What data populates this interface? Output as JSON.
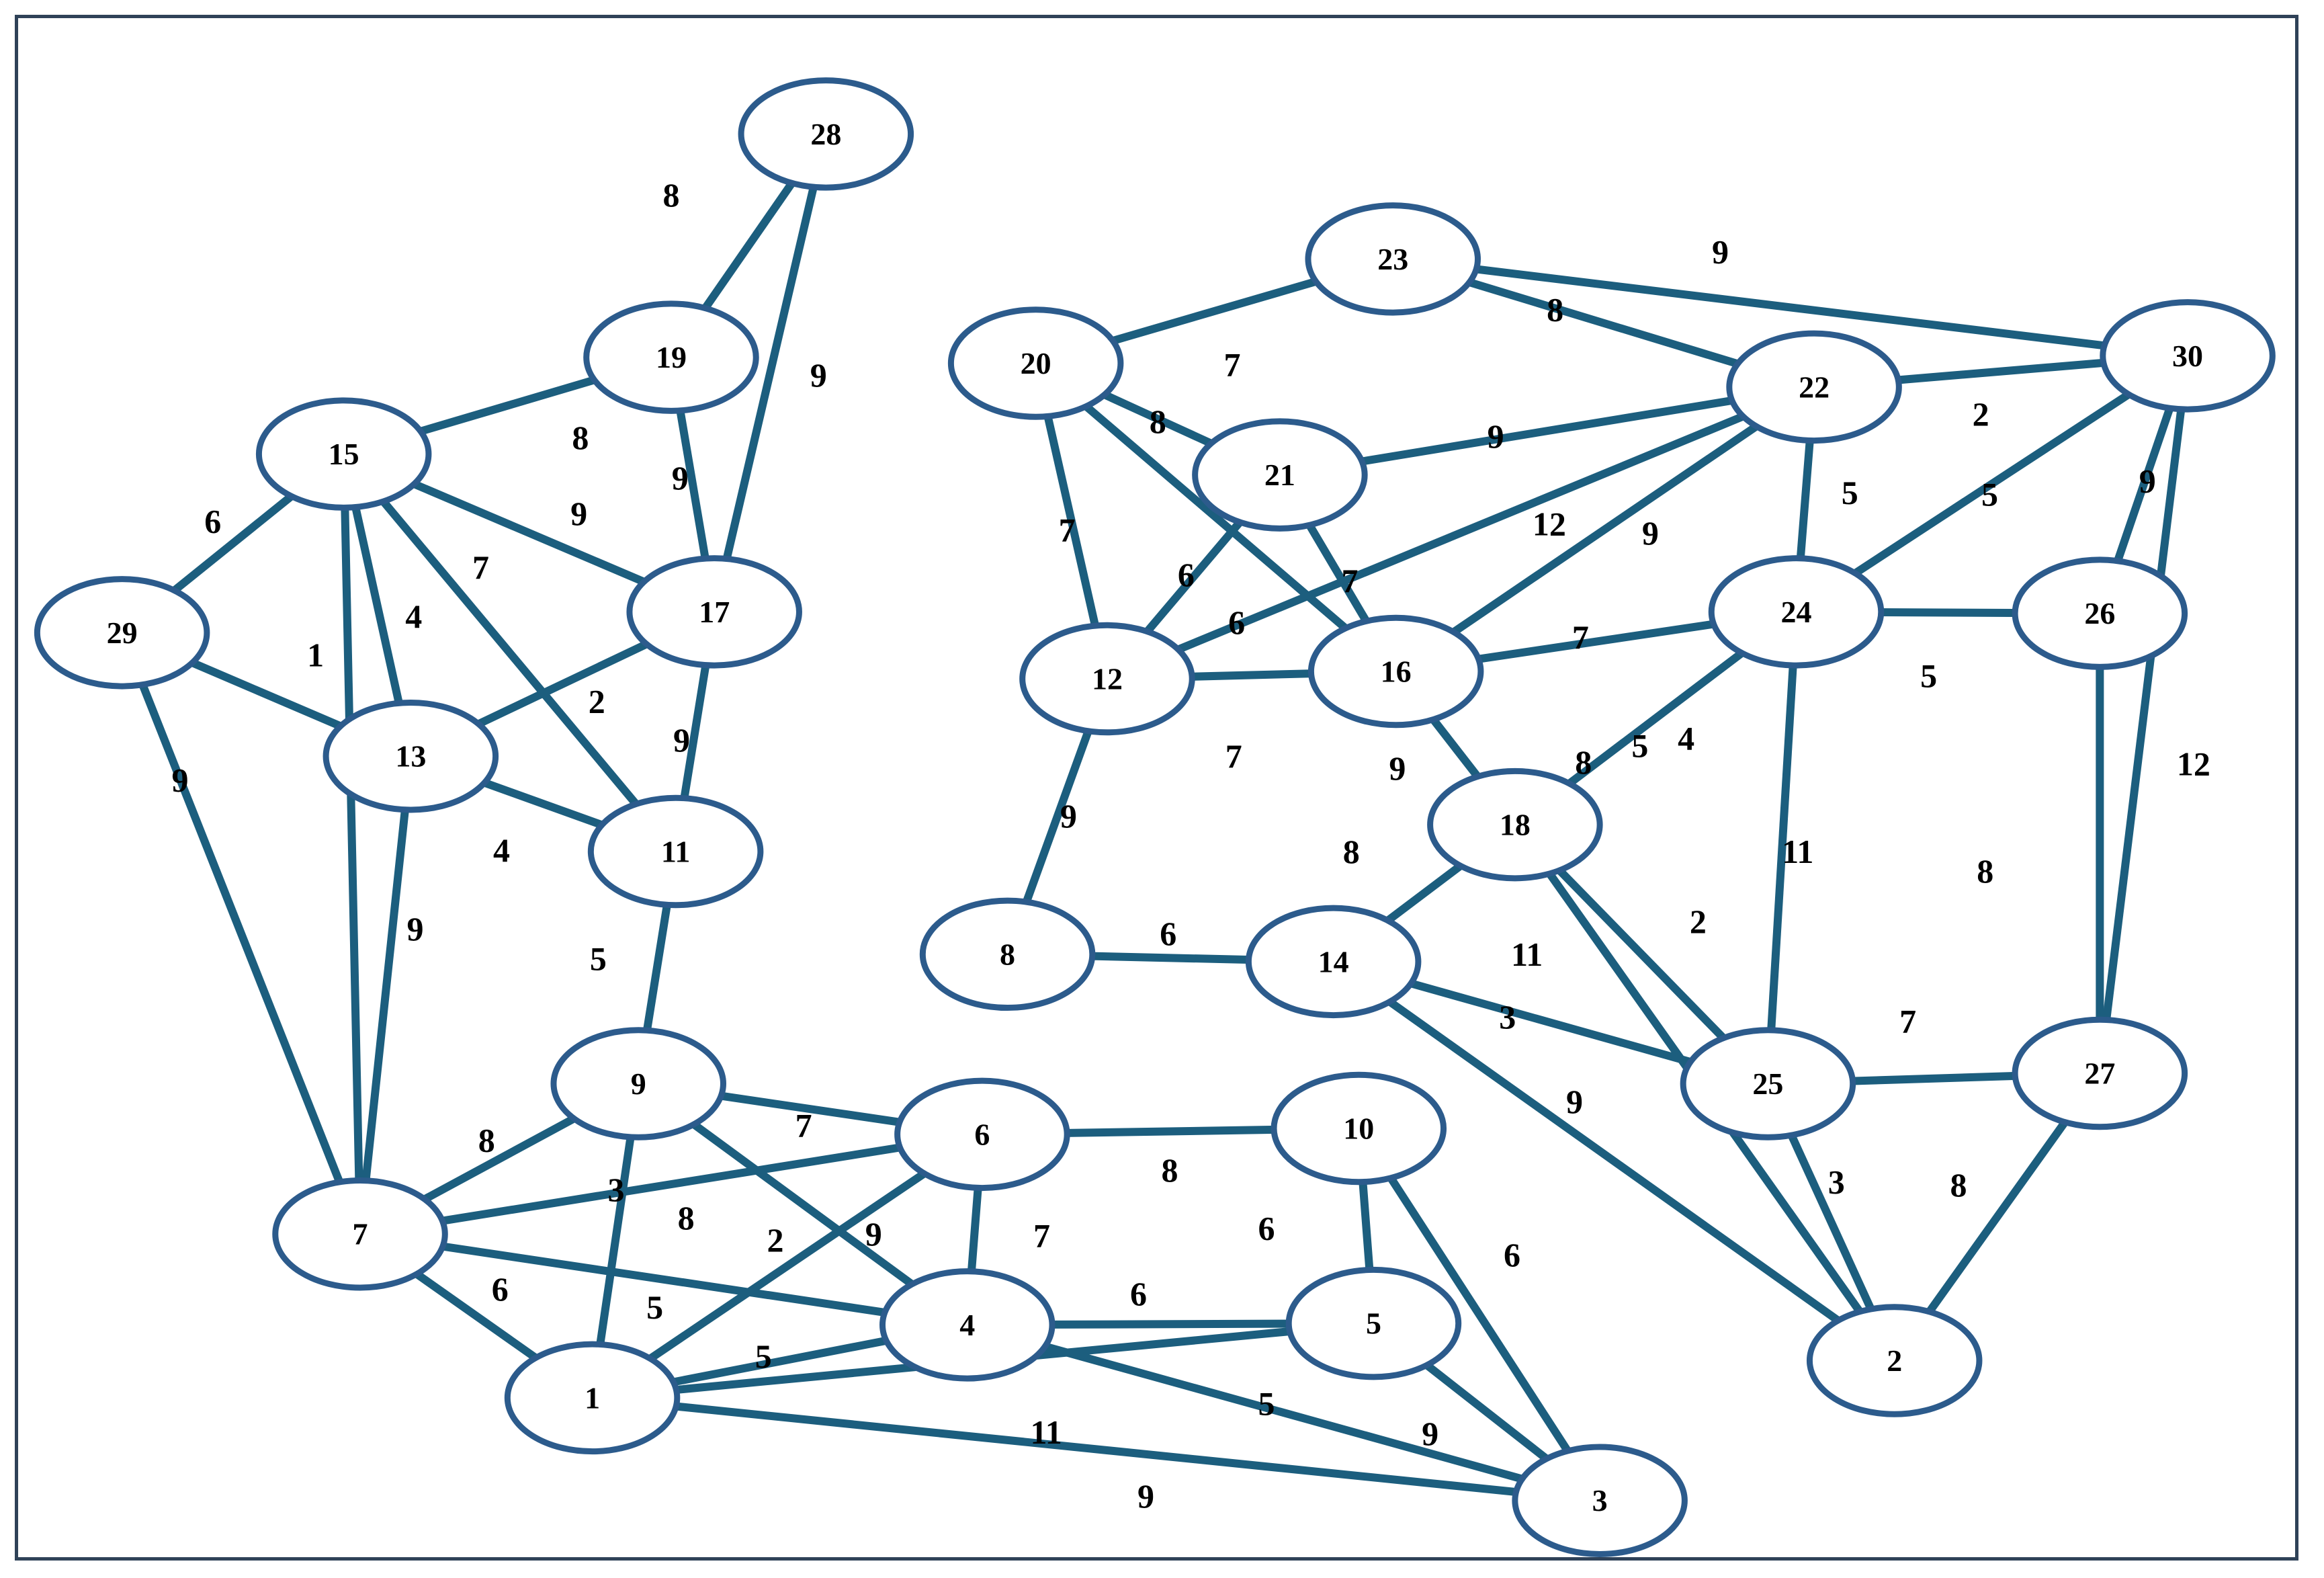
{
  "colors": {
    "edge": "#1c5e7e",
    "node_border": "#2c5b8c",
    "frame": "#2f4258",
    "text": "#000000"
  },
  "graph": {
    "nodes": [
      {
        "id": "28",
        "label": "28"
      },
      {
        "id": "19",
        "label": "19"
      },
      {
        "id": "15",
        "label": "15"
      },
      {
        "id": "29",
        "label": "29"
      },
      {
        "id": "17",
        "label": "17"
      },
      {
        "id": "13",
        "label": "13"
      },
      {
        "id": "11",
        "label": "11"
      },
      {
        "id": "9",
        "label": "9"
      },
      {
        "id": "7",
        "label": "7"
      },
      {
        "id": "6",
        "label": "6"
      },
      {
        "id": "10",
        "label": "10"
      },
      {
        "id": "4",
        "label": "4"
      },
      {
        "id": "5",
        "label": "5"
      },
      {
        "id": "1",
        "label": "1"
      },
      {
        "id": "3",
        "label": "3"
      },
      {
        "id": "23",
        "label": "23"
      },
      {
        "id": "20",
        "label": "20"
      },
      {
        "id": "21",
        "label": "21"
      },
      {
        "id": "22",
        "label": "22"
      },
      {
        "id": "30",
        "label": "30"
      },
      {
        "id": "12",
        "label": "12"
      },
      {
        "id": "16",
        "label": "16"
      },
      {
        "id": "24",
        "label": "24"
      },
      {
        "id": "26",
        "label": "26"
      },
      {
        "id": "18",
        "label": "18"
      },
      {
        "id": "8",
        "label": "8"
      },
      {
        "id": "14",
        "label": "14"
      },
      {
        "id": "25",
        "label": "25"
      },
      {
        "id": "27",
        "label": "27"
      },
      {
        "id": "2",
        "label": "2"
      }
    ],
    "edges": [
      {
        "from": "28",
        "to": "19",
        "weight": "8"
      },
      {
        "from": "28",
        "to": "17",
        "weight": "9"
      },
      {
        "from": "19",
        "to": "15",
        "weight": "8"
      },
      {
        "from": "19",
        "to": "17",
        "weight": "9"
      },
      {
        "from": "15",
        "to": "29",
        "weight": "6"
      },
      {
        "from": "15",
        "to": "17",
        "weight": "9"
      },
      {
        "from": "15",
        "to": "13",
        "weight": "4"
      },
      {
        "from": "15",
        "to": "11",
        "weight": "7"
      },
      {
        "from": "15",
        "to": "7",
        "weight": "1"
      },
      {
        "from": "29",
        "to": "13",
        "weight": ""
      },
      {
        "from": "29",
        "to": "7",
        "weight": "9"
      },
      {
        "from": "17",
        "to": "13",
        "weight": "2"
      },
      {
        "from": "17",
        "to": "11",
        "weight": "9"
      },
      {
        "from": "13",
        "to": "11",
        "weight": "4"
      },
      {
        "from": "13",
        "to": "7",
        "weight": "9"
      },
      {
        "from": "11",
        "to": "9",
        "weight": "5"
      },
      {
        "from": "9",
        "to": "7",
        "weight": "8"
      },
      {
        "from": "9",
        "to": "6",
        "weight": "7"
      },
      {
        "from": "9",
        "to": "1",
        "weight": "3"
      },
      {
        "from": "9",
        "to": "4",
        "weight": "9"
      },
      {
        "from": "7",
        "to": "6",
        "weight": "8"
      },
      {
        "from": "7",
        "to": "4",
        "weight": "5"
      },
      {
        "from": "7",
        "to": "1",
        "weight": "6"
      },
      {
        "from": "6",
        "to": "10",
        "weight": "8"
      },
      {
        "from": "6",
        "to": "4",
        "weight": "7"
      },
      {
        "from": "6",
        "to": "1",
        "weight": "2"
      },
      {
        "from": "10",
        "to": "5",
        "weight": "6"
      },
      {
        "from": "10",
        "to": "3",
        "weight": "6"
      },
      {
        "from": "4",
        "to": "5",
        "weight": "6"
      },
      {
        "from": "4",
        "to": "1",
        "weight": "5"
      },
      {
        "from": "4",
        "to": "3",
        "weight": "5"
      },
      {
        "from": "5",
        "to": "1",
        "weight": "11"
      },
      {
        "from": "5",
        "to": "3",
        "weight": "9"
      },
      {
        "from": "1",
        "to": "3",
        "weight": "9"
      },
      {
        "from": "23",
        "to": "20",
        "weight": "7"
      },
      {
        "from": "23",
        "to": "22",
        "weight": "8"
      },
      {
        "from": "23",
        "to": "30",
        "weight": "9"
      },
      {
        "from": "20",
        "to": "12",
        "weight": "7"
      },
      {
        "from": "20",
        "to": "21",
        "weight": "8"
      },
      {
        "from": "20",
        "to": "16",
        "weight": "6"
      },
      {
        "from": "21",
        "to": "22",
        "weight": "9"
      },
      {
        "from": "21",
        "to": "12",
        "weight": "6"
      },
      {
        "from": "21",
        "to": "16",
        "weight": "7"
      },
      {
        "from": "22",
        "to": "30",
        "weight": ""
      },
      {
        "from": "22",
        "to": "12",
        "weight": "12"
      },
      {
        "from": "22",
        "to": "16",
        "weight": "9"
      },
      {
        "from": "22",
        "to": "24",
        "weight": "5"
      },
      {
        "from": "30",
        "to": "24",
        "weight": "2"
      },
      {
        "from": "30",
        "to": "26",
        "weight": "9"
      },
      {
        "from": "30",
        "to": "27",
        "weight": "12"
      },
      {
        "from": "12",
        "to": "16",
        "weight": "7"
      },
      {
        "from": "12",
        "to": "8",
        "weight": "9"
      },
      {
        "from": "16",
        "to": "24",
        "weight": "7"
      },
      {
        "from": "16",
        "to": "18",
        "weight": "9"
      },
      {
        "from": "24",
        "to": "26",
        "weight": "5"
      },
      {
        "from": "24",
        "to": "18",
        "weight": "4"
      },
      {
        "from": "24",
        "to": "25",
        "weight": "11"
      },
      {
        "from": "26",
        "to": "27",
        "weight": "8"
      },
      {
        "from": "18",
        "to": "14",
        "weight": "8"
      },
      {
        "from": "18",
        "to": "25",
        "weight": "2"
      },
      {
        "from": "18",
        "to": "2",
        "weight": "11"
      },
      {
        "from": "8",
        "to": "14",
        "weight": "6"
      },
      {
        "from": "14",
        "to": "25",
        "weight": "3"
      },
      {
        "from": "14",
        "to": "2",
        "weight": "9"
      },
      {
        "from": "25",
        "to": "27",
        "weight": "7"
      },
      {
        "from": "25",
        "to": "2",
        "weight": "3"
      },
      {
        "from": "27",
        "to": "2",
        "weight": "8"
      }
    ],
    "extra_weight_labels": [
      "5",
      "5",
      "8"
    ]
  }
}
